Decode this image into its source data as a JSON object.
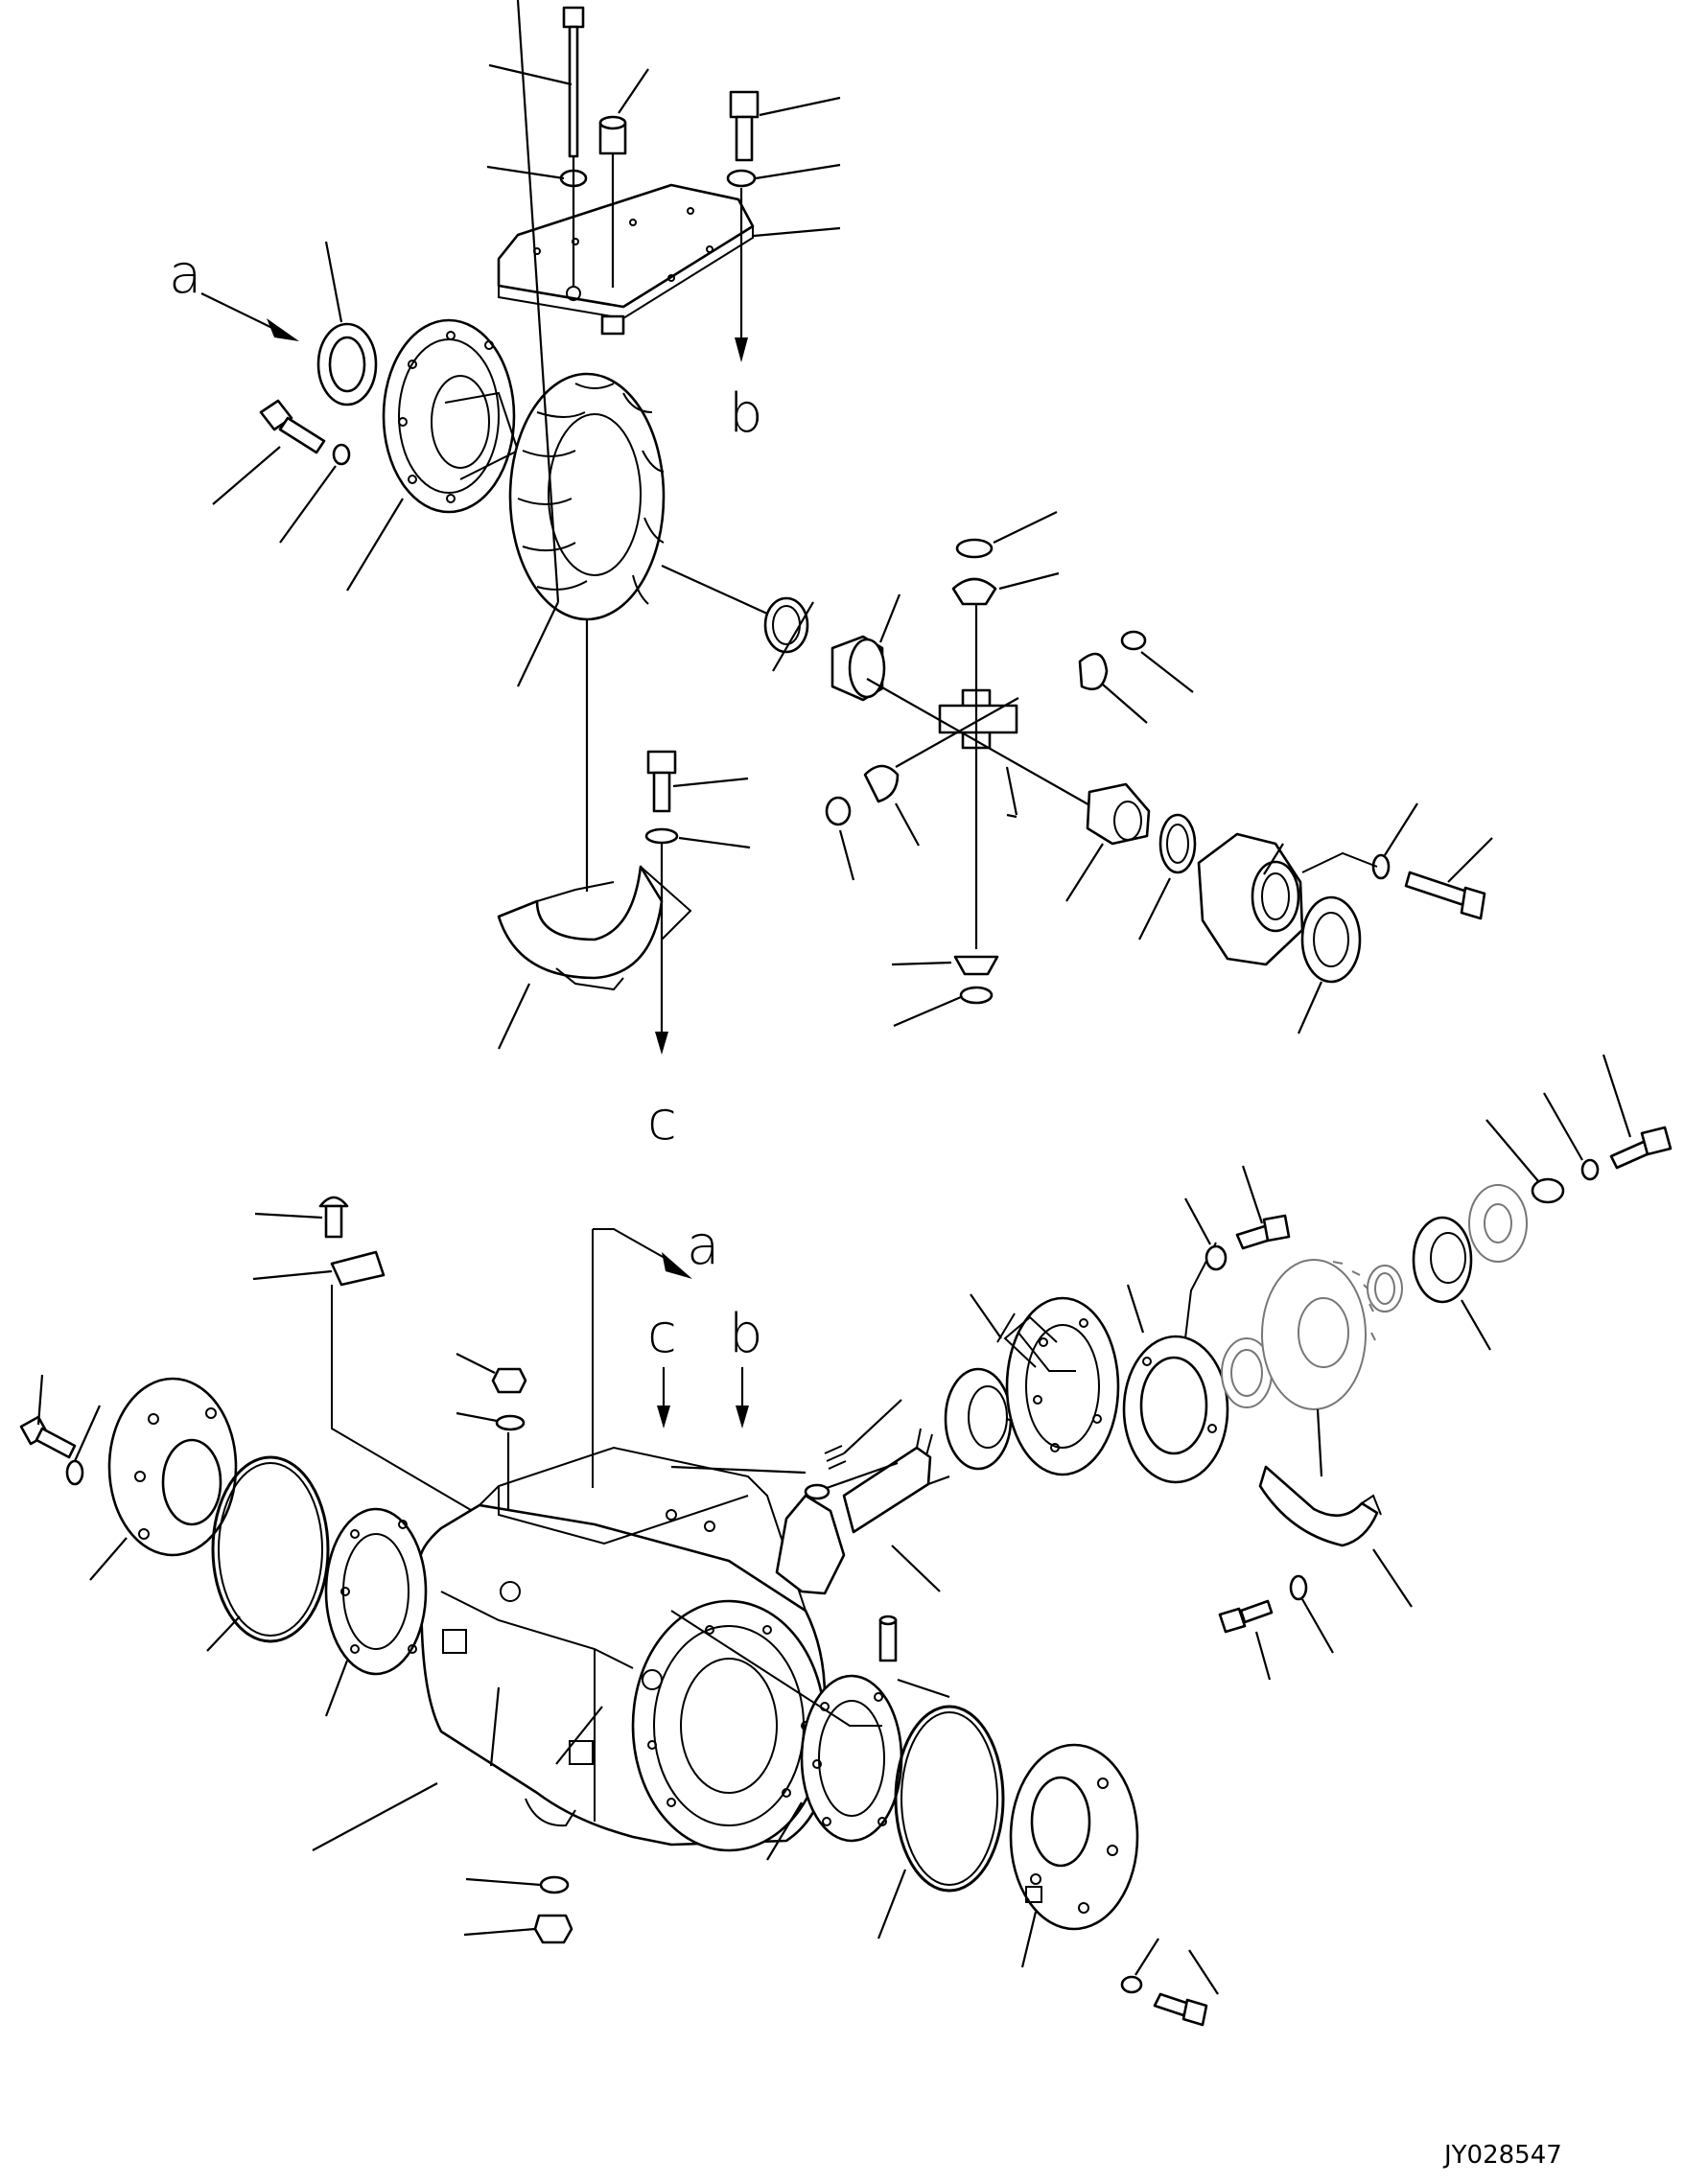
{
  "drawing_code": "JY028547",
  "reference_letters": {
    "a_top": "a",
    "b_top": "b",
    "c_mid": "c",
    "a_housing": "a",
    "b_housing": "b",
    "c_housing": "c"
  },
  "colors": {
    "ink": "#000000",
    "paper": "#ffffff",
    "faded_part": "#777777"
  }
}
